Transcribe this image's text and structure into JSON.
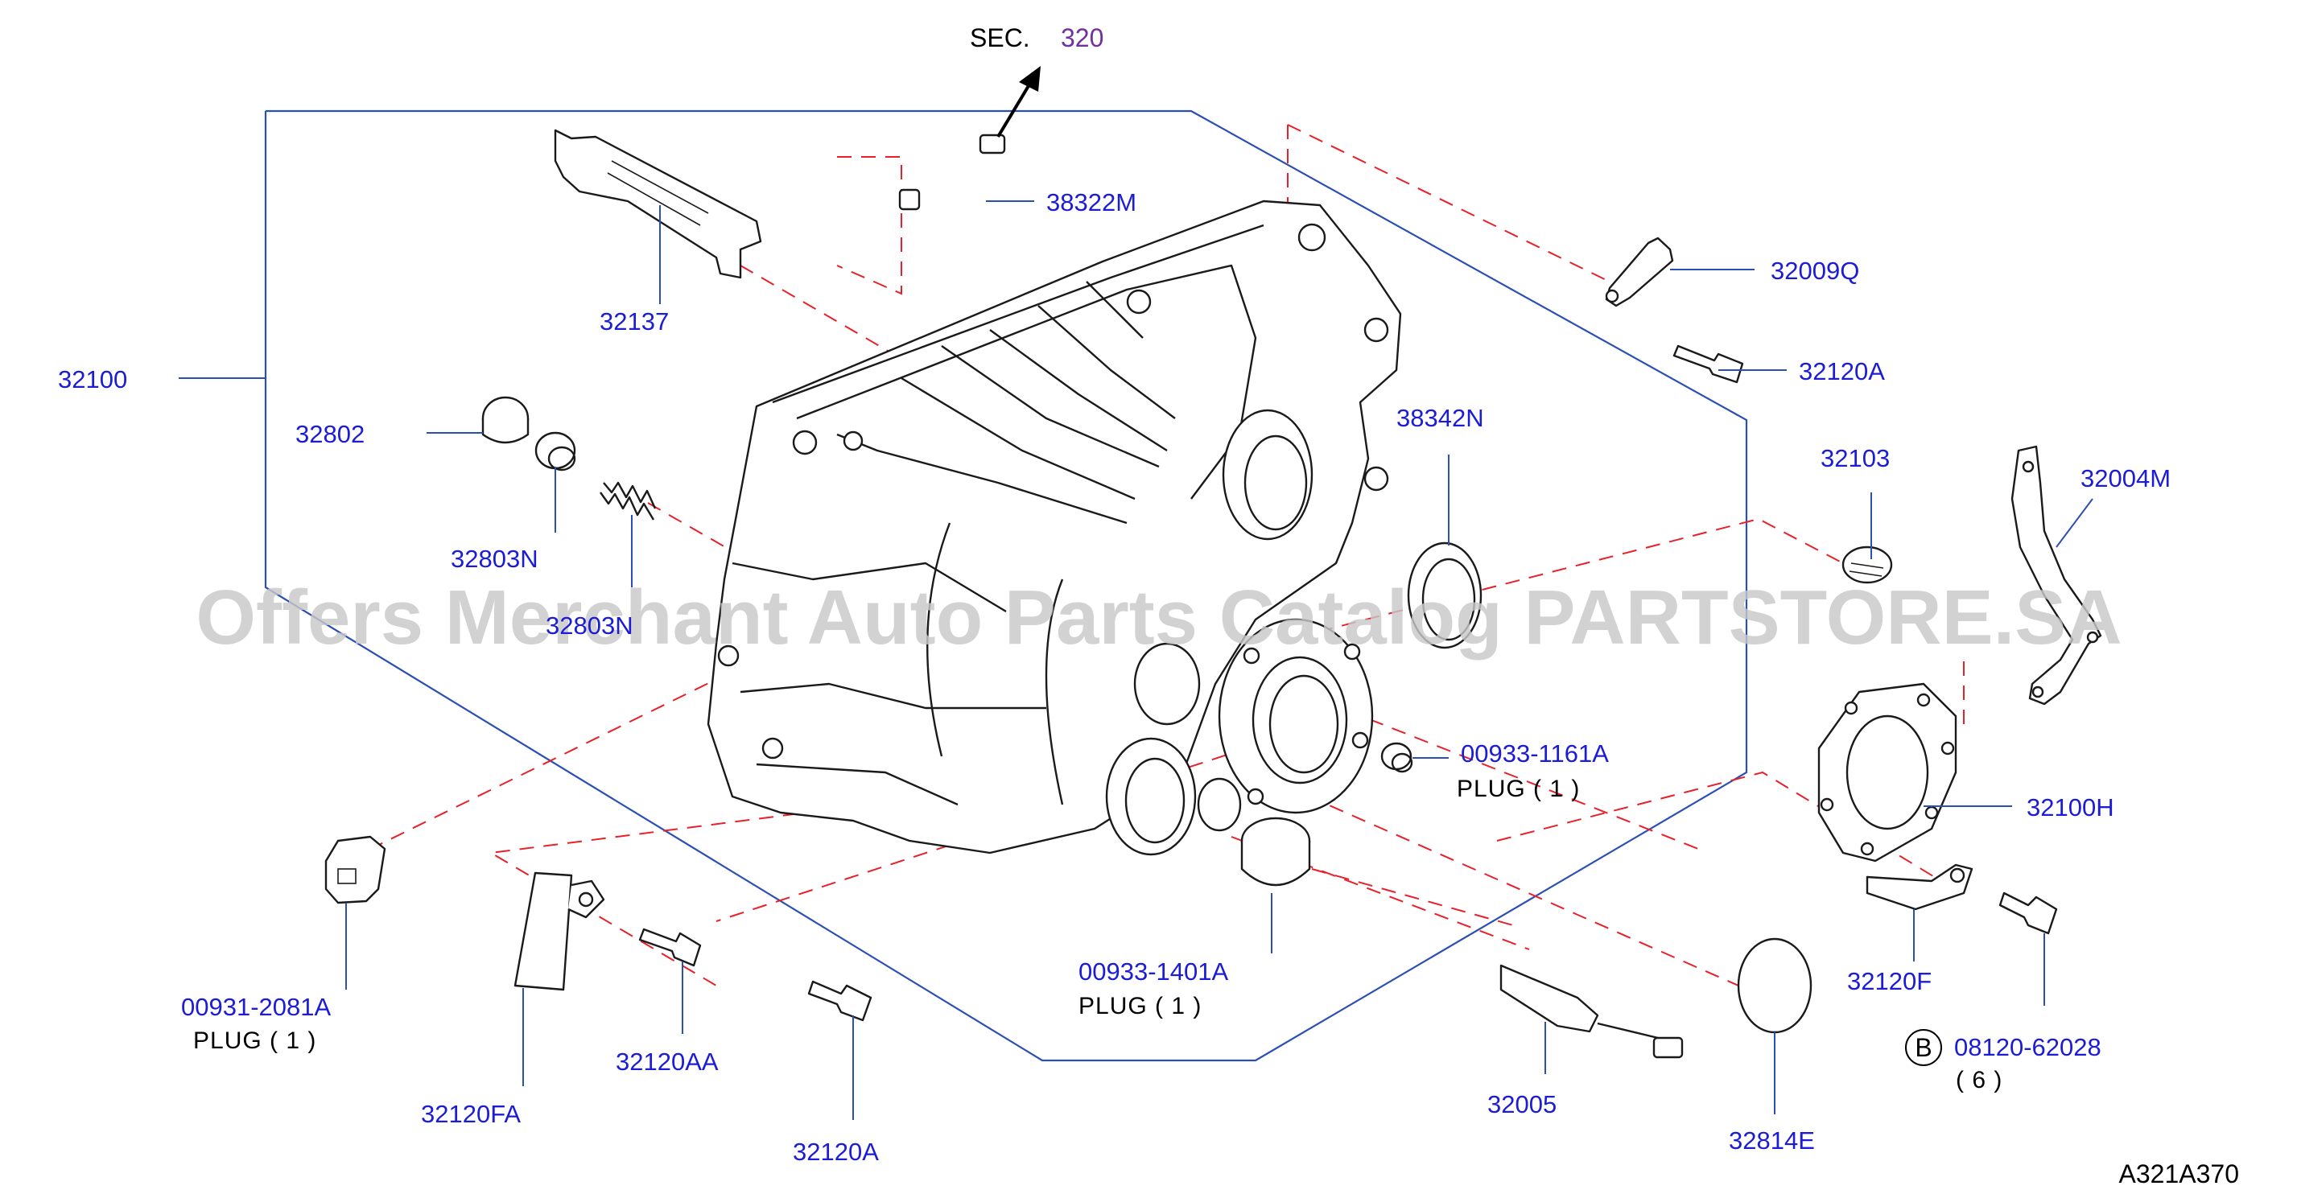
{
  "section": {
    "prefix": "SEC.",
    "number": "320"
  },
  "watermark": "Offers Merchant Auto Parts Catalog PARTSTORE.SA",
  "diagram_code": "A321A370",
  "labels": {
    "p32100": "32100",
    "p32137": "32137",
    "p38322M": "38322M",
    "p32009Q": "32009Q",
    "p32120A_top": "32120A",
    "p38342N": "38342N",
    "p32802": "32802",
    "p32803N_1": "32803N",
    "p32803N_2": "32803N",
    "p32103": "32103",
    "p32004M": "32004M",
    "p00933_1161A": "00933-1161A",
    "p32100H": "32100H",
    "p00931_2081A": "00931-2081A",
    "p00933_1401A": "00933-1401A",
    "p32120F": "32120F",
    "p08120_62028": "08120-62028",
    "p32120AA": "32120AA",
    "p32120FA": "32120FA",
    "p32005": "32005",
    "p32814E": "32814E",
    "p32120A_bottom": "32120A"
  },
  "notes": {
    "plug_1161A": "PLUG   ( 1 )",
    "plug_2081A": "PLUG  ( 1 )",
    "plug_1401A": "PLUG   ( 1 )",
    "bolt_marker": "B",
    "bolt_qty": "( 6 )"
  },
  "colors": {
    "label": "#1c1cd6",
    "frame": "#2b4fb5",
    "dashed": "#e8202a",
    "section": "#7030a0"
  }
}
